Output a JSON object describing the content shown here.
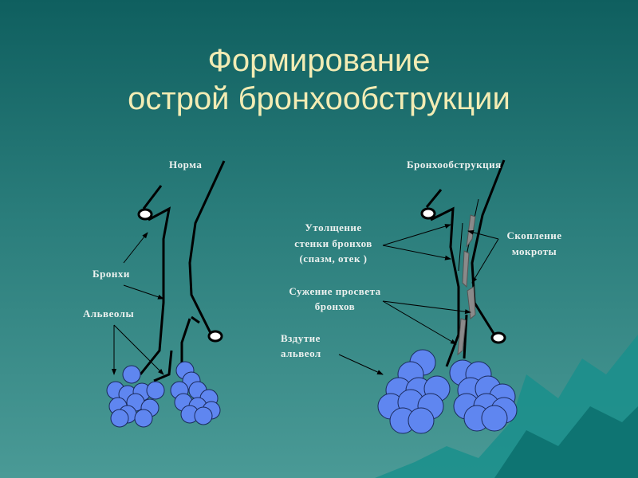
{
  "title": {
    "line1": "Формирование",
    "line2": "острой бронхообструкции"
  },
  "normal": {
    "heading": "Норма",
    "label_bronchi": "Бронхи",
    "label_alveoli": "Альвеолы"
  },
  "obstruction": {
    "heading": "Бронхообструкция",
    "wall_thickening": [
      "Утолщение",
      "стенки бронхов",
      "(спазм, отек )"
    ],
    "sputum": [
      "Скопление",
      "мокроты"
    ],
    "narrowing": [
      "Сужение просвета",
      "бронхов"
    ],
    "alveoli_swelling": [
      "Вздутие",
      "альвеол"
    ]
  },
  "colors": {
    "title": "#f3ecb4",
    "alveoli": "#5f86f0",
    "sputum": "#8a8a8a",
    "label": "#eef2f0"
  }
}
